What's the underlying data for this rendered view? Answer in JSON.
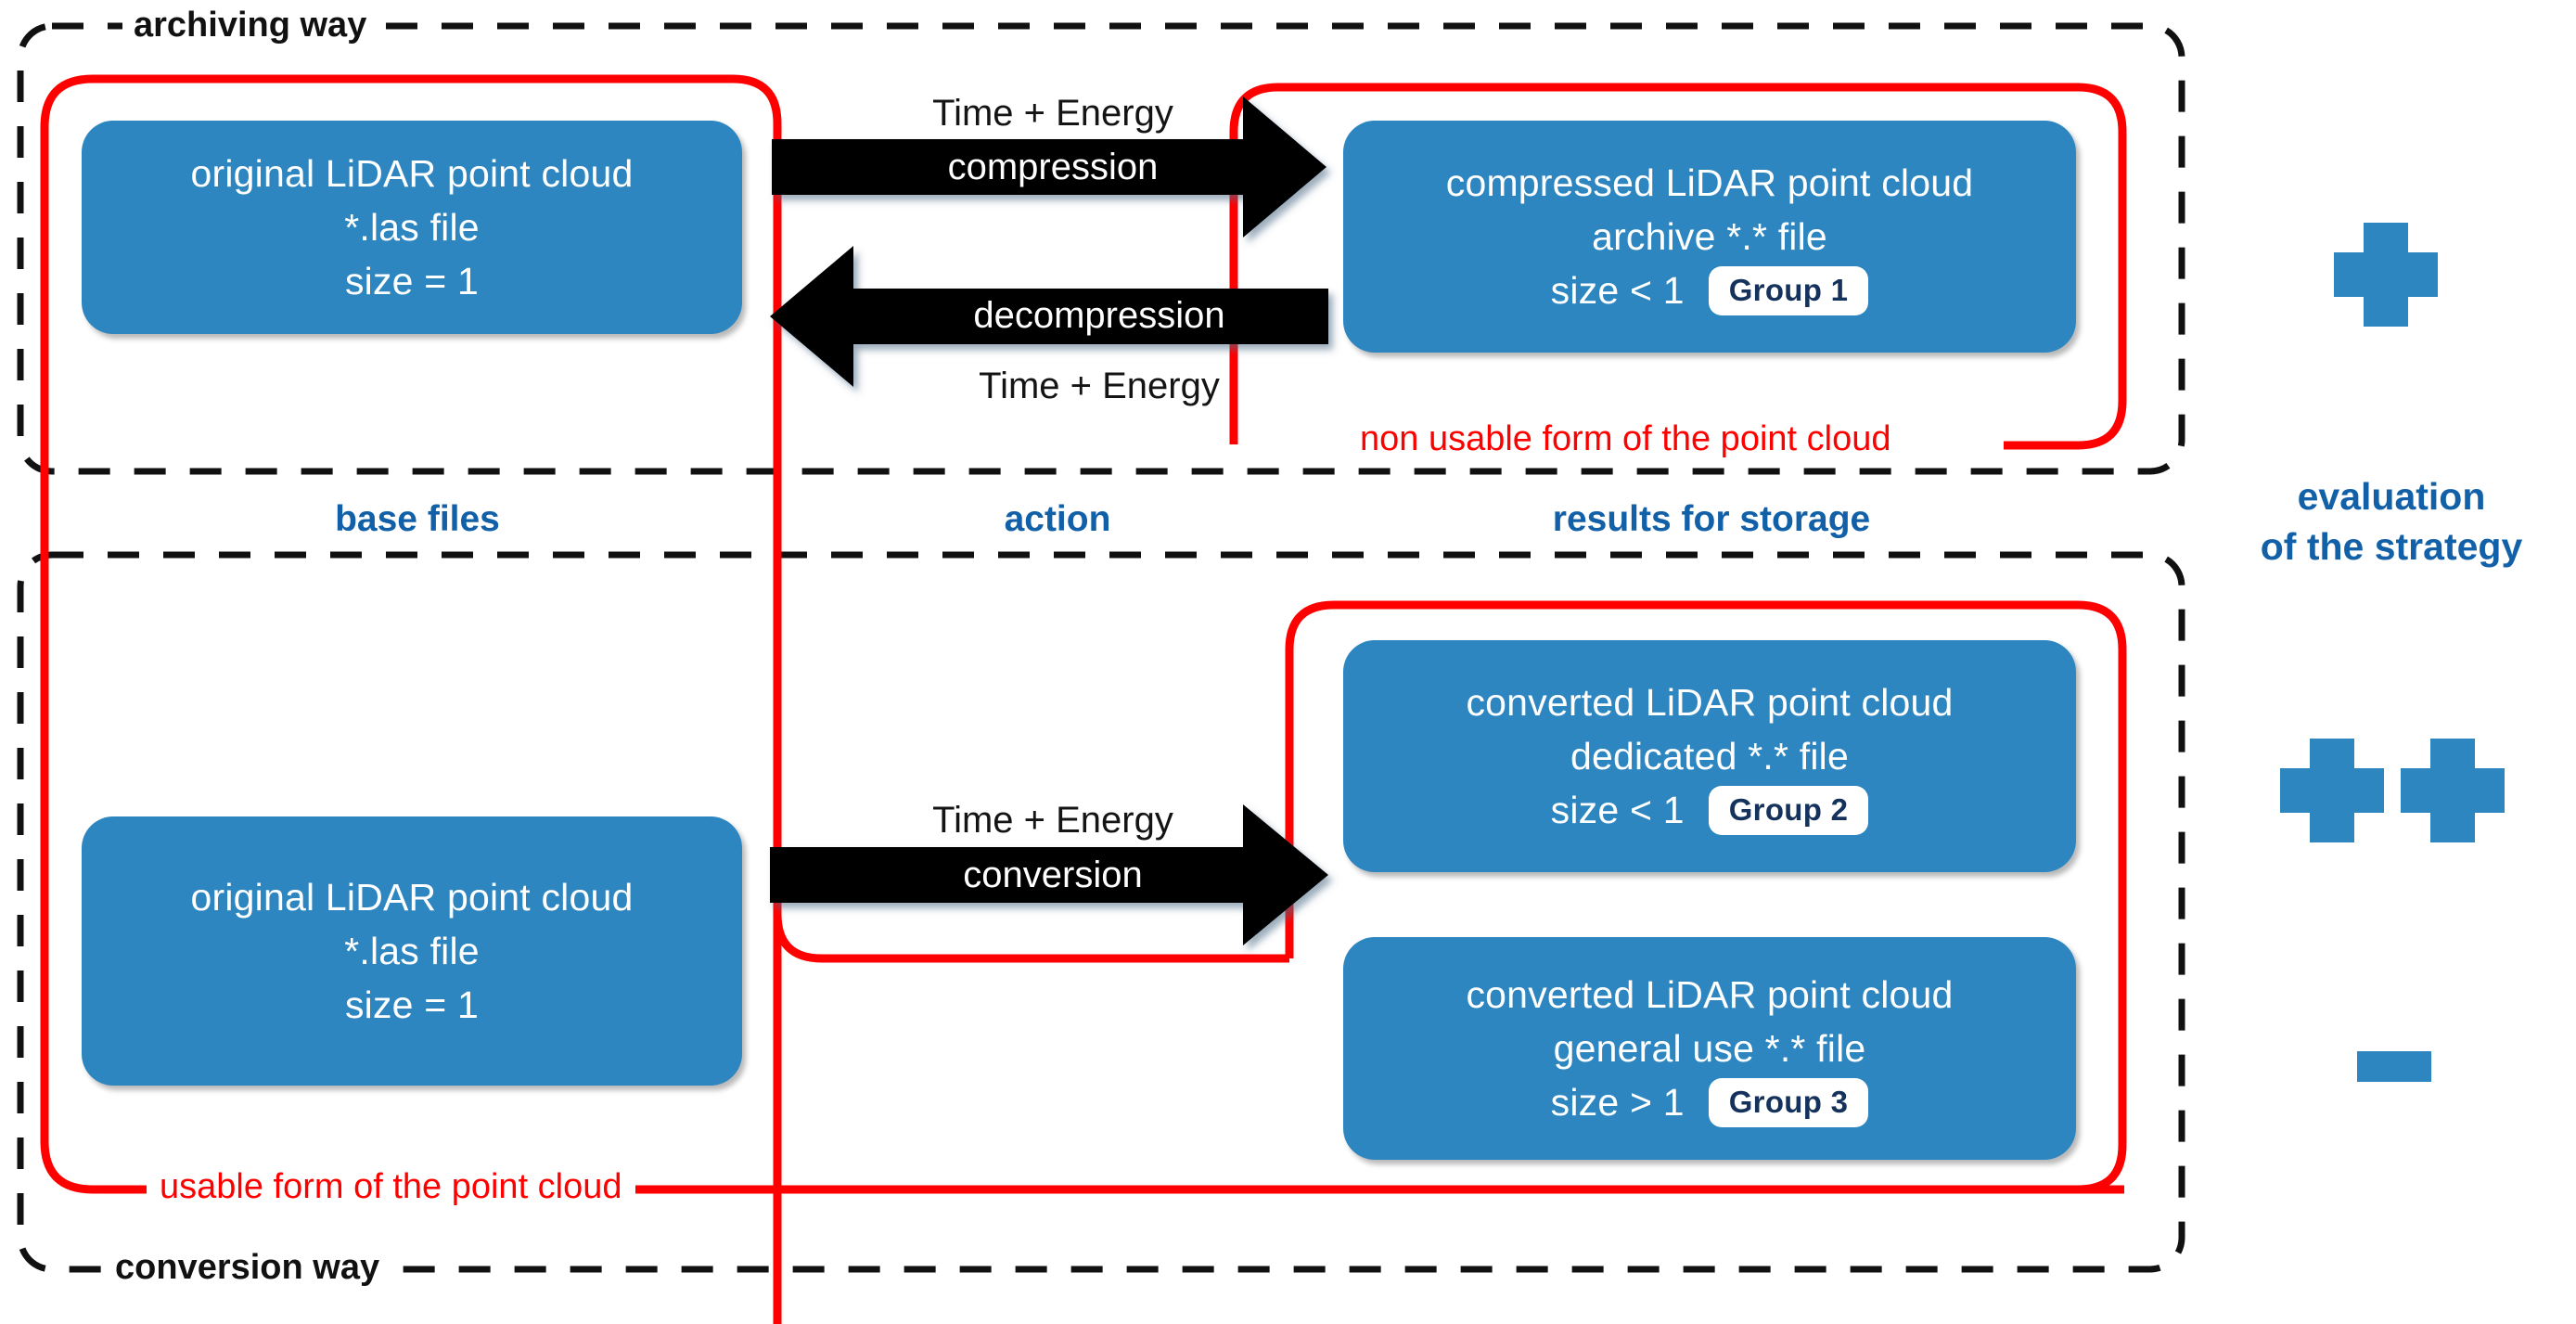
{
  "theme": {
    "node_blue": "#2E86C1",
    "label_blue": "#1261A8",
    "red": "#FF0000",
    "black": "#000000",
    "badge_text": "#14325c",
    "white": "#FFFFFF"
  },
  "regions": {
    "archiving_way_label": "archiving way",
    "conversion_way_label": "conversion way"
  },
  "column_headers": {
    "base_files": "base files",
    "action": "action",
    "results": "results for storage"
  },
  "nodes": {
    "original_top": {
      "line1": "original LiDAR point cloud",
      "line2": "*.las file",
      "line3": "size = 1"
    },
    "compressed": {
      "line1": "compressed LiDAR point cloud",
      "line2": "archive *.* file",
      "line3": "size < 1",
      "badge": "Group 1"
    },
    "original_bottom": {
      "line1": "original LiDAR point cloud",
      "line2": "*.las file",
      "line3": "size = 1"
    },
    "converted_dedicated": {
      "line1": "converted LiDAR point cloud",
      "line2": "dedicated *.* file",
      "line3": "size < 1",
      "badge": "Group 2"
    },
    "converted_general": {
      "line1": "converted LiDAR point cloud",
      "line2": "general use *.* file",
      "line3": "size > 1",
      "badge": "Group 3"
    }
  },
  "arrows": {
    "compression": {
      "cost": "Time + Energy",
      "action": "compression",
      "direction": "right"
    },
    "decompression": {
      "action": "decompression",
      "cost": "Time + Energy",
      "direction": "left"
    },
    "conversion": {
      "cost": "Time + Energy",
      "action": "conversion",
      "direction": "right"
    }
  },
  "red_annotations": {
    "non_usable": "non usable form of the point cloud",
    "usable": "usable form of the point cloud"
  },
  "evaluation": {
    "title_line1": "evaluation",
    "title_line2": "of the strategy",
    "marks": [
      {
        "id": "archiving-rating",
        "symbol": "+",
        "count": 1
      },
      {
        "id": "conversion-dedicated-rating",
        "symbol": "++",
        "count": 2
      },
      {
        "id": "conversion-general-rating",
        "symbol": "-",
        "count": 1
      }
    ]
  }
}
